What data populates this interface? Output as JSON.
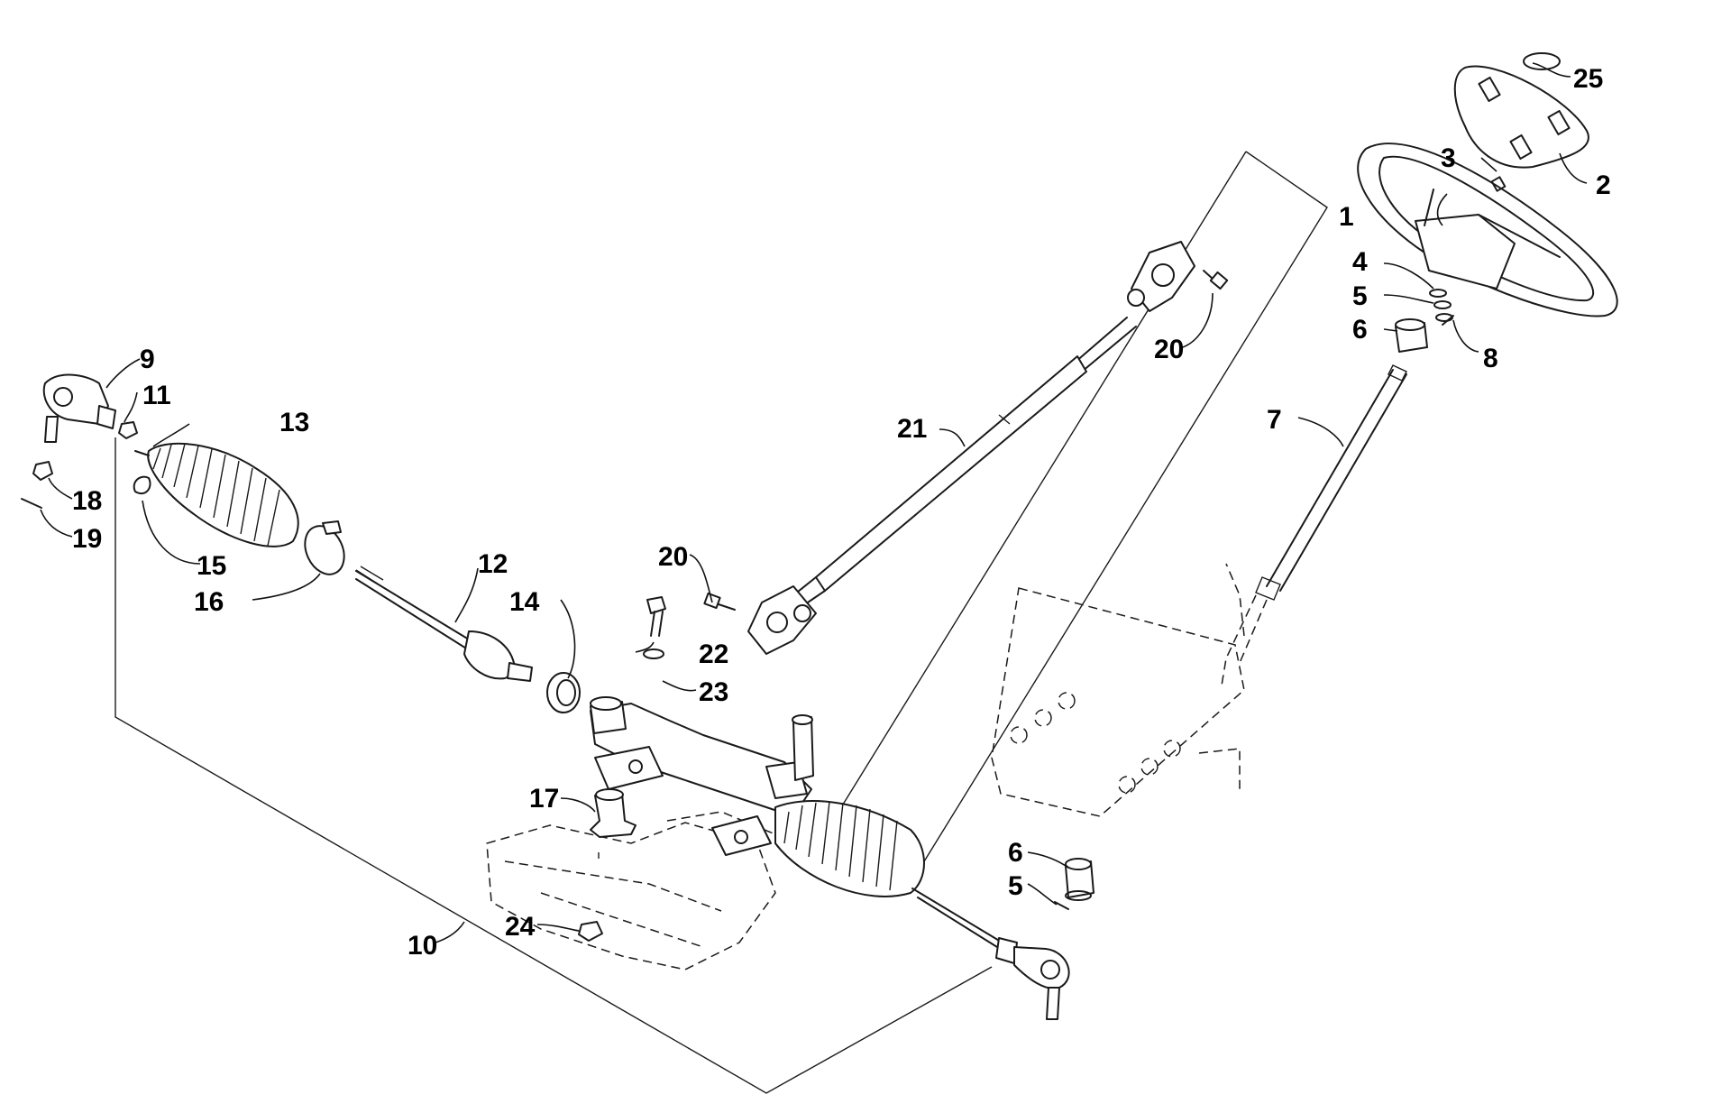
{
  "diagram": {
    "callouts": [
      "1",
      "2",
      "3",
      "4",
      "5",
      "6",
      "7",
      "8",
      "9",
      "10",
      "11",
      "12",
      "13",
      "14",
      "15",
      "16",
      "17",
      "18",
      "19",
      "20",
      "20",
      "21",
      "22",
      "23",
      "24",
      "25",
      "6",
      "5"
    ]
  }
}
